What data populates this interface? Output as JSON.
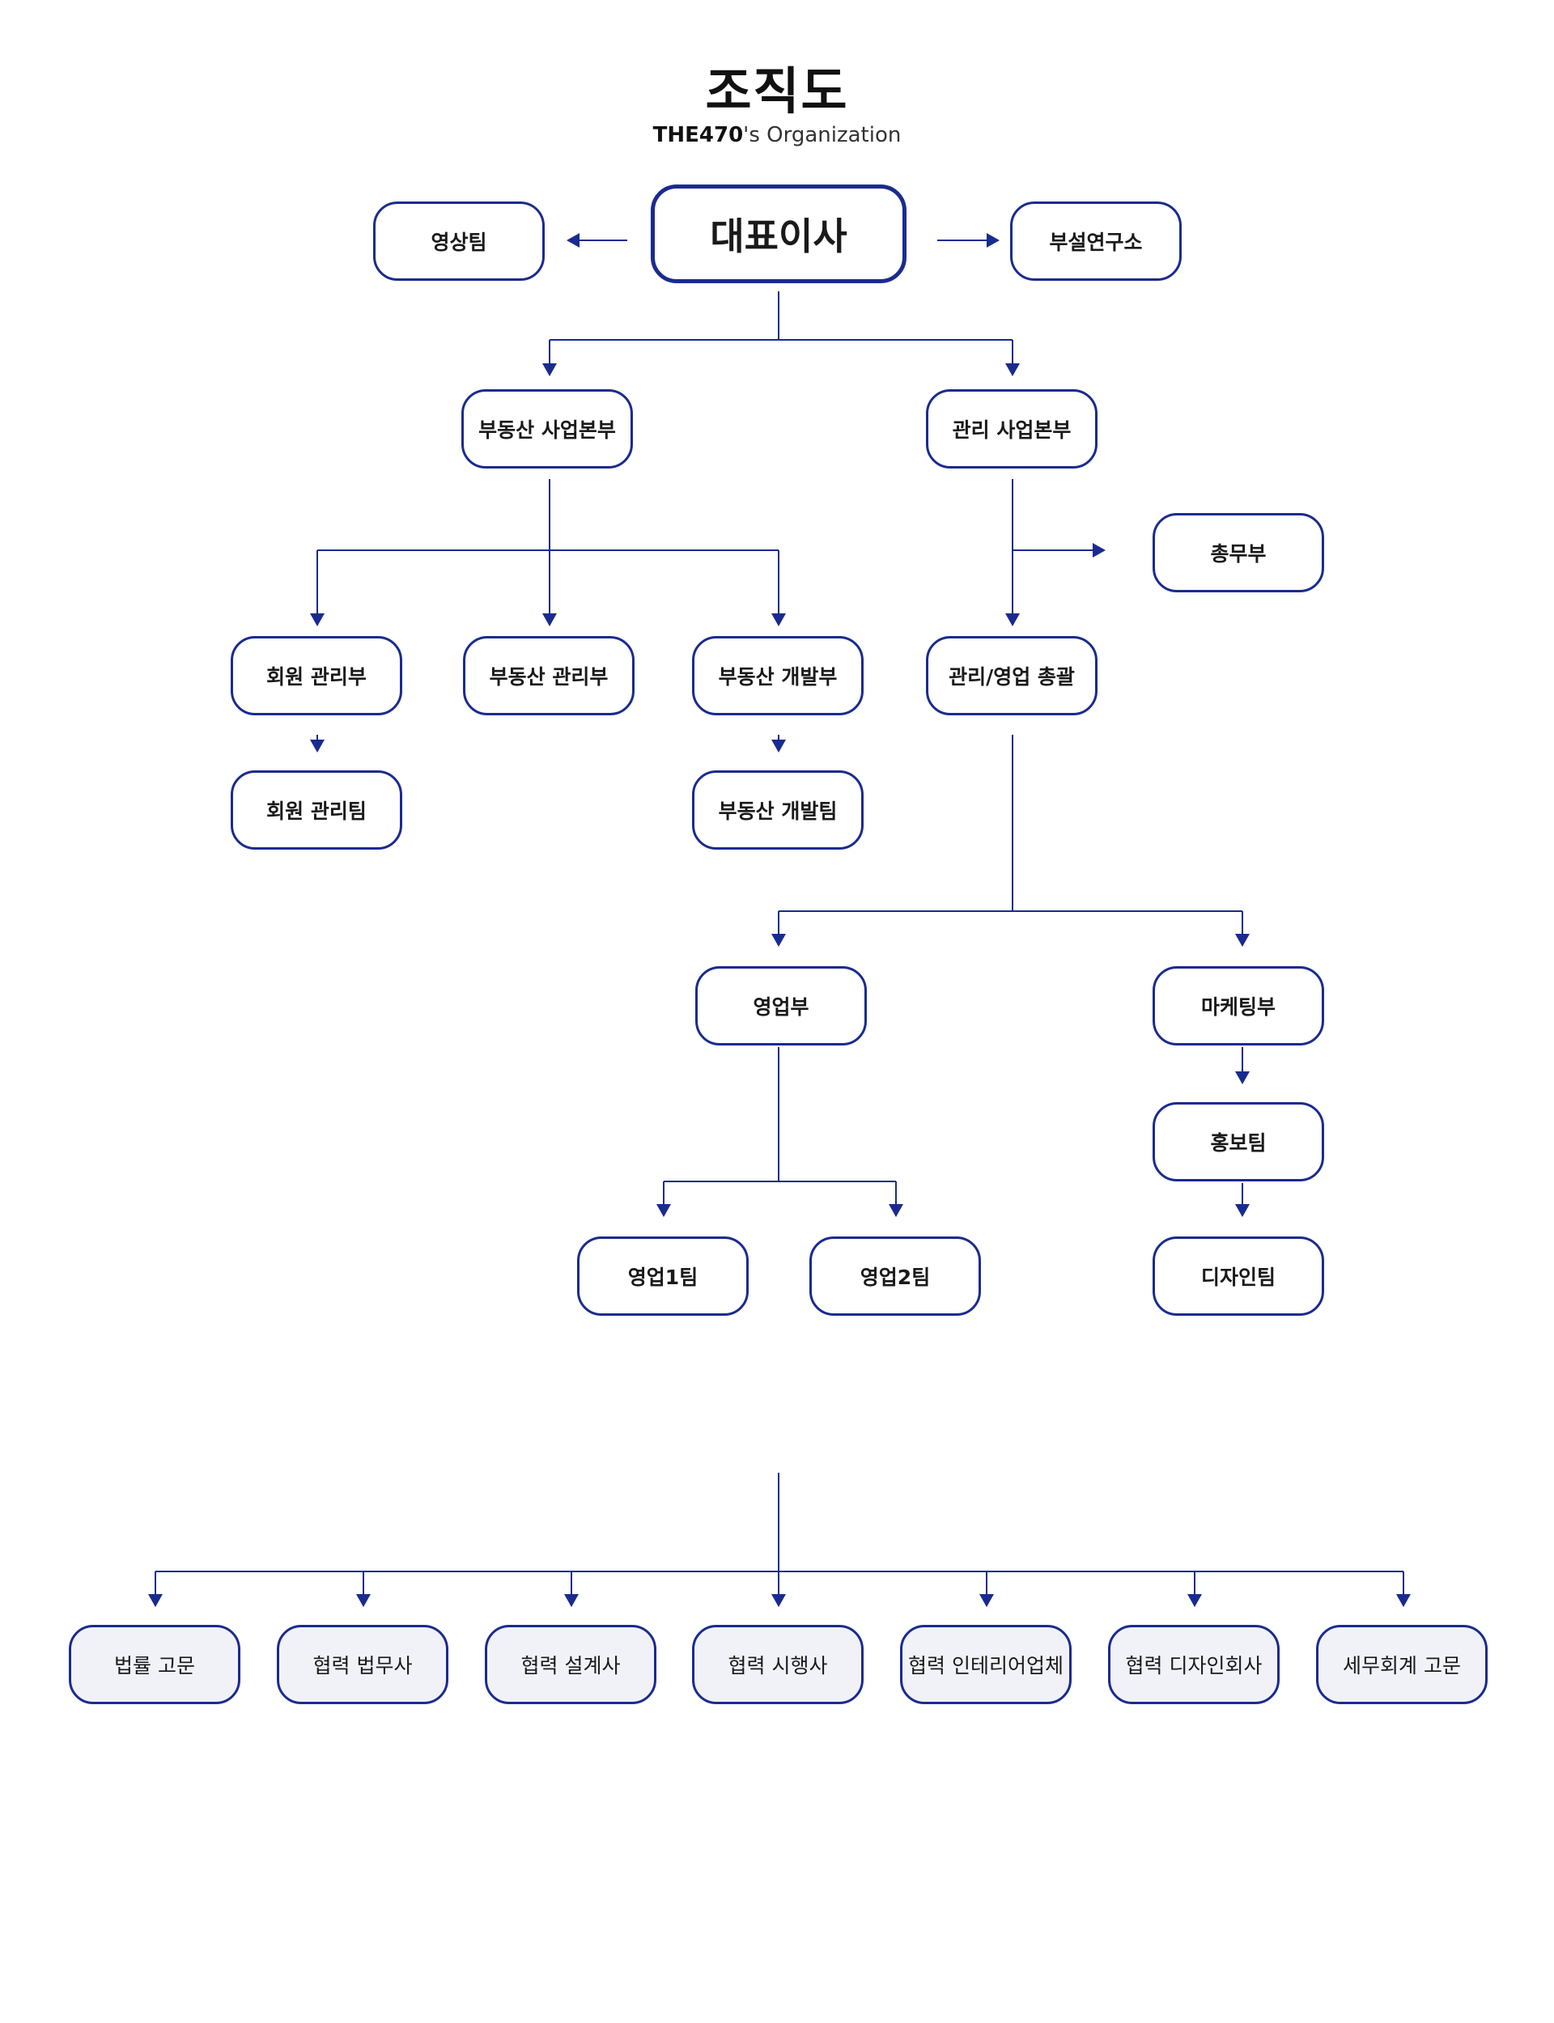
{
  "header": {
    "title": "조직도",
    "subtitle_bold": "THE470",
    "subtitle_rest": "'s Organization"
  },
  "colors": {
    "line": "#1a2b8f",
    "box_border": "#1a2b8f",
    "partner_fill": "#f1f2f8"
  },
  "nodes": {
    "ceo": "대표이사",
    "video_team": "영상팀",
    "research_lab": "부설연구소",
    "real_estate_hq": "부동산 사업본부",
    "management_hq": "관리 사업본부",
    "general_affairs": "총무부",
    "member_mgmt_dept": "회원 관리부",
    "real_estate_mgmt_dept": "부동산 관리부",
    "real_estate_dev_dept": "부동산 개발부",
    "mgmt_sales_general": "관리/영업 총괄",
    "member_mgmt_team": "회원 관리팀",
    "real_estate_dev_team": "부동산 개발팀",
    "sales_dept": "영업부",
    "marketing_dept": "마케팅부",
    "pr_team": "홍보팀",
    "sales_team_1": "영업1팀",
    "sales_team_2": "영업2팀",
    "design_team": "디자인팀"
  },
  "partners": [
    "법률 고문",
    "협력 법무사",
    "협력 설계사",
    "협력 시행사",
    "협력 인테리어업체",
    "협력 디자인회사",
    "세무회계 고문"
  ]
}
